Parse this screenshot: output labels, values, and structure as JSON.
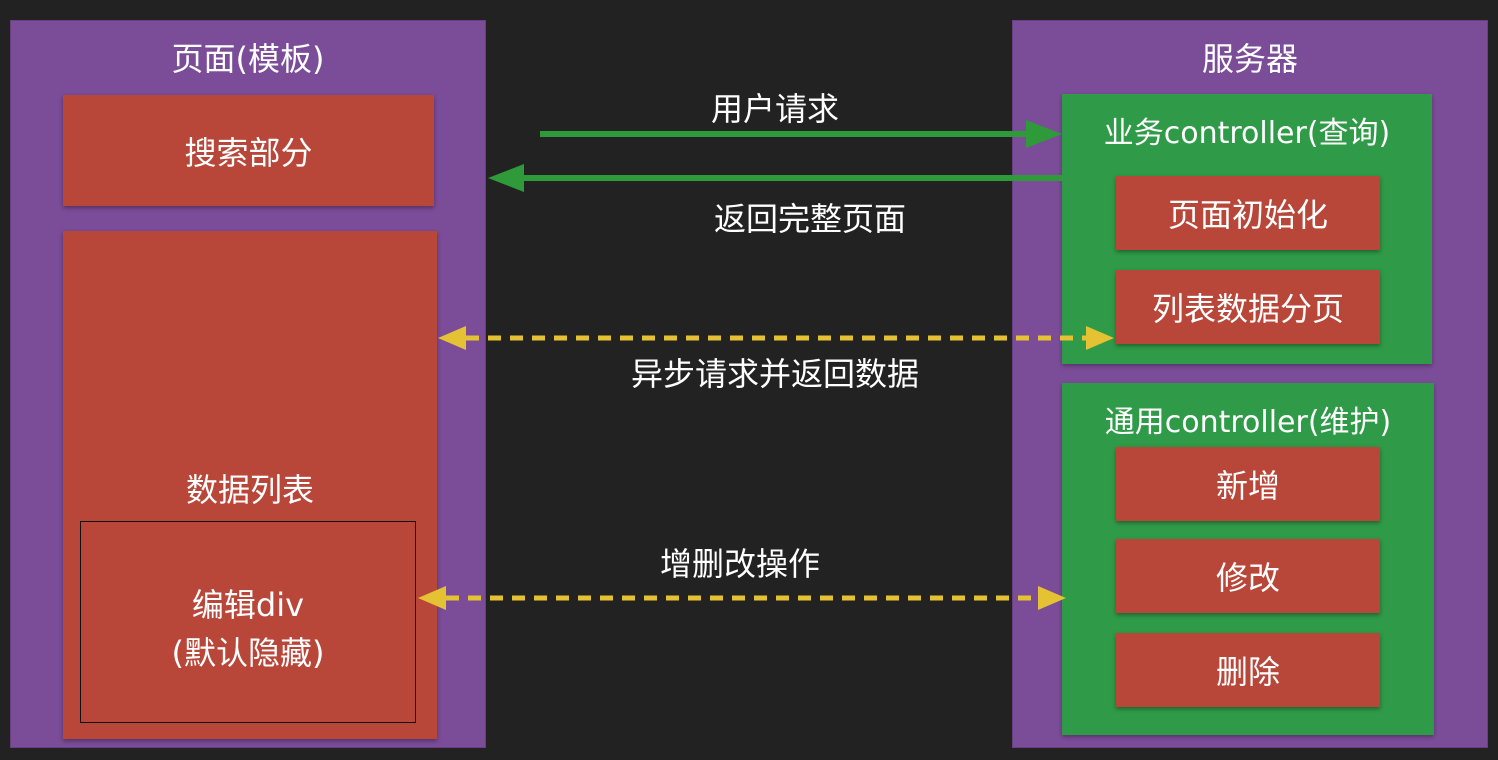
{
  "page_panel": {
    "title": "页面(模板)",
    "search_box": "搜索部分",
    "data_list": {
      "label": "数据列表",
      "edit_div": {
        "line1": "编辑div",
        "line2": "(默认隐藏)"
      }
    }
  },
  "server_panel": {
    "title": "服务器",
    "business_controller": {
      "title": "业务controller(查询)",
      "items": [
        "页面初始化",
        "列表数据分页"
      ]
    },
    "generic_controller": {
      "title": "通用controller(维护)",
      "items": [
        "新增",
        "修改",
        "删除"
      ]
    }
  },
  "arrows": {
    "user_request": "用户请求",
    "return_full_page": "返回完整页面",
    "async_request": "异步请求并返回数据",
    "crud_ops": "增删改操作"
  },
  "colors": {
    "background": "#222222",
    "panel_purple": "#7b4c98",
    "box_red": "#b8473a",
    "box_green": "#2f9a47",
    "arrow_green": "#2e9a3a",
    "arrow_yellow": "#e5c234"
  }
}
